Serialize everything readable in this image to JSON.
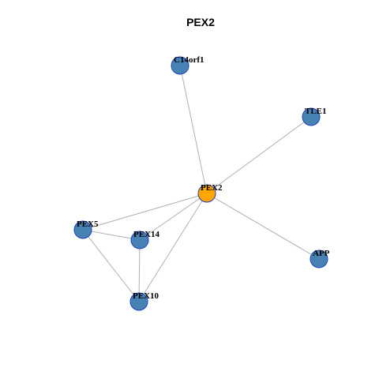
{
  "title": "PEX2",
  "colors": {
    "hub": "#FFA500",
    "node": "#4682B4",
    "node_border": "#1f3fbf",
    "edge": "#b0b0b0"
  },
  "nodes": [
    {
      "id": "PEX2",
      "label": "PEX2",
      "type": "hub"
    },
    {
      "id": "C14orf1",
      "label": "C14orf1",
      "type": "node"
    },
    {
      "id": "TLE1",
      "label": "TLE1",
      "type": "node"
    },
    {
      "id": "PEX5",
      "label": "PEX5",
      "type": "node"
    },
    {
      "id": "PEX14",
      "label": "PEX14",
      "type": "node"
    },
    {
      "id": "PEX10",
      "label": "PEX10",
      "type": "node"
    },
    {
      "id": "APP",
      "label": "APP",
      "type": "node"
    }
  ],
  "edges": [
    {
      "source": "PEX2",
      "target": "C14orf1"
    },
    {
      "source": "PEX2",
      "target": "TLE1"
    },
    {
      "source": "PEX2",
      "target": "PEX5"
    },
    {
      "source": "PEX2",
      "target": "PEX14"
    },
    {
      "source": "PEX2",
      "target": "PEX10"
    },
    {
      "source": "PEX2",
      "target": "APP"
    },
    {
      "source": "PEX5",
      "target": "PEX14"
    },
    {
      "source": "PEX5",
      "target": "PEX10"
    },
    {
      "source": "PEX14",
      "target": "PEX10"
    }
  ]
}
